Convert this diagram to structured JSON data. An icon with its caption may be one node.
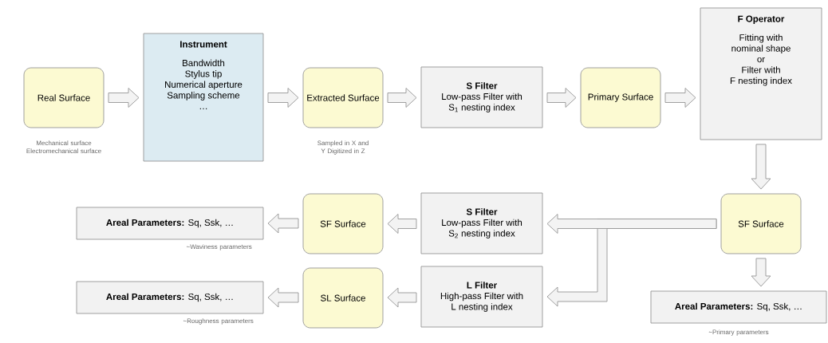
{
  "diagram": {
    "nodes": [
      {
        "text": [
          "Real Surface"
        ],
        "beside": [
          "Mechanical surface Electromechanical surface"
        ]
      },
      {
        "text": [
          "Instrument",
          "Bandwidth",
          "Stylus tip",
          "Numerical aperture",
          "Sampling scheme",
          "…"
        ]
      },
      {
        "text": [
          "Extracted Surface"
        ],
        "beside": [
          "Sampled in X and Y Digitized in Z"
        ]
      },
      {
        "text": [
          "S Filter",
          "Low-pass Filter with",
          "S$_{1}$ nesting index"
        ]
      },
      {
        "text": [
          "Primary Surface"
        ]
      },
      {
        "text": [
          "F Operator",
          "Fitting with",
          "nominal shape",
          "or",
          "Filter with",
          "F nesting index"
        ]
      },
      {
        "text": [
          "SF Surface"
        ]
      },
      {
        "text": [
          "**Areal Parameters:** Sq, Ssk, …"
        ],
        "beside": [
          "~Primary parameters"
        ]
      },
      {
        "text": [
          "S Filter",
          "Low-pass Filter with",
          "S$_{2}$ nesting index"
        ]
      },
      {
        "text": [
          "L Filter",
          "High-pass Filter with",
          "L nesting index"
        ]
      },
      {
        "text": [
          "SF Surface"
        ]
      },
      {
        "text": [
          "SL Surface"
        ]
      },
      {
        "text": [
          "**Areal Parameters:** Sq, Ssk, …"
        ],
        "beside": [
          "~Waviness parameters"
        ]
      },
      {
        "text": [
          "**Areal Parameters:** Sq, Ssk, …"
        ],
        "beside": [
          "~Roughness parameters"
        ]
      }
    ],
    "edges": [
      {
        "from": 0,
        "to": 1,
        "arrow": "to"
      },
      {
        "from": 1,
        "to": 2,
        "arrow": "to"
      },
      {
        "from": 2,
        "to": 3,
        "arrow": "to"
      },
      {
        "from": 3,
        "to": 4,
        "arrow": "to"
      },
      {
        "from": 4,
        "to": 5,
        "arrow": "to"
      },
      {
        "from": 5,
        "to": 6,
        "arrow": "to"
      },
      {
        "from": 6,
        "to": 7,
        "arrow": "to"
      },
      {
        "from": 6,
        "to": 9,
        "arrow": "to"
      },
      {
        "from": 6,
        "to": 8,
        "arrow": "to"
      },
      {
        "from": 8,
        "to": 10,
        "arrow": "to"
      },
      {
        "from": 9,
        "to": 11,
        "arrow": "to"
      },
      {
        "from": 10,
        "to": 12,
        "arrow": "to"
      },
      {
        "from": 11,
        "to": 13,
        "arrow": "to"
      }
    ]
  }
}
